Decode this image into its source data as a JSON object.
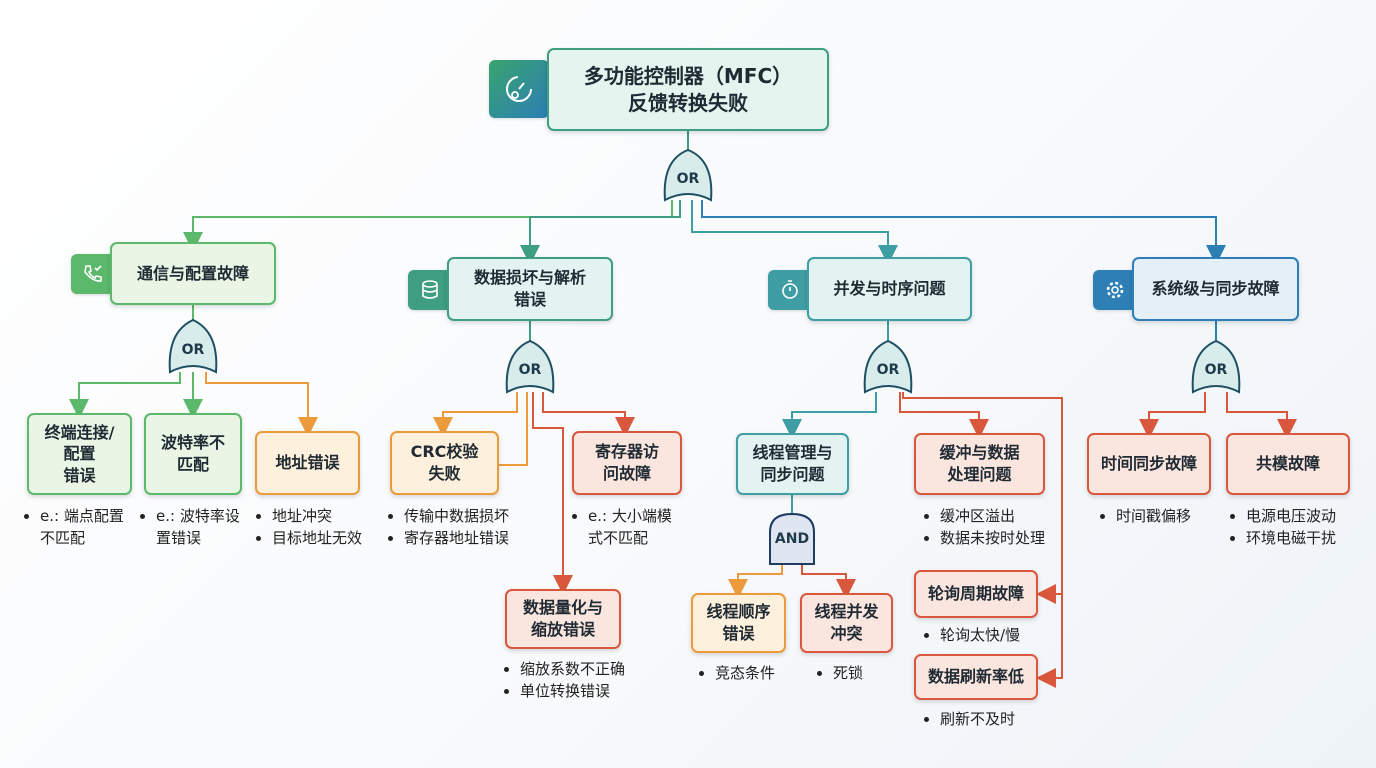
{
  "top": {
    "title": "多功能控制器（MFC）\n反馈转换失败",
    "icon": "gauge-gear-icon"
  },
  "gates": {
    "or": "OR",
    "and": "AND"
  },
  "categories": [
    {
      "label": "通信与配置故障",
      "icon": "phone-check-icon",
      "color": "#5cb86a"
    },
    {
      "label": "数据损坏与解析\n错误",
      "icon": "database-icon",
      "color": "#3f9e80"
    },
    {
      "label": "并发与时序问题",
      "icon": "timer-icon",
      "color": "#3f9ea3"
    },
    {
      "label": "系统级与同步故障",
      "icon": "gear-icon",
      "color": "#2d7fb6"
    }
  ],
  "comm": {
    "terminal": {
      "label": "终端连接/\n配置\n错误",
      "notes": [
        "e.: 端点配置\n不匹配"
      ]
    },
    "baud": {
      "label": "波特率不\n匹配",
      "notes": [
        "e.: 波特率设\n置错误"
      ]
    },
    "address": {
      "label": "地址错误",
      "notes": [
        "地址冲突",
        "目标地址无效"
      ]
    }
  },
  "data": {
    "crc": {
      "label": "CRC校验\n失败",
      "notes": [
        "传输中数据损坏",
        "寄存器地址错误"
      ]
    },
    "register": {
      "label": "寄存器访\n问故障",
      "notes": [
        "e.: 大小端模\n式不匹配"
      ]
    },
    "scaling": {
      "label": "数据量化与\n缩放错误",
      "notes": [
        "缩放系数不正确",
        "单位转换错误"
      ]
    }
  },
  "conc": {
    "thread": {
      "label": "线程管理与\n同步问题"
    },
    "order": {
      "label": "线程顺序\n错误",
      "notes": [
        "竞态条件"
      ]
    },
    "conflict": {
      "label": "线程并发\n冲突",
      "notes": [
        "死锁"
      ]
    },
    "buffer": {
      "label": "缓冲与数据\n处理问题",
      "notes": [
        "缓冲区溢出",
        "数据未按时处理"
      ]
    },
    "polling": {
      "label": "轮询周期故障",
      "notes": [
        "轮询太快/慢"
      ]
    },
    "refresh": {
      "label": "数据刷新率低",
      "notes": [
        "刷新不及时"
      ]
    }
  },
  "sys": {
    "timesync": {
      "label": "时间同步故障",
      "notes": [
        "时间戳偏移"
      ]
    },
    "commonmode": {
      "label": "共模故障",
      "notes": [
        "电源电压波动",
        "环境电磁干扰"
      ]
    }
  }
}
